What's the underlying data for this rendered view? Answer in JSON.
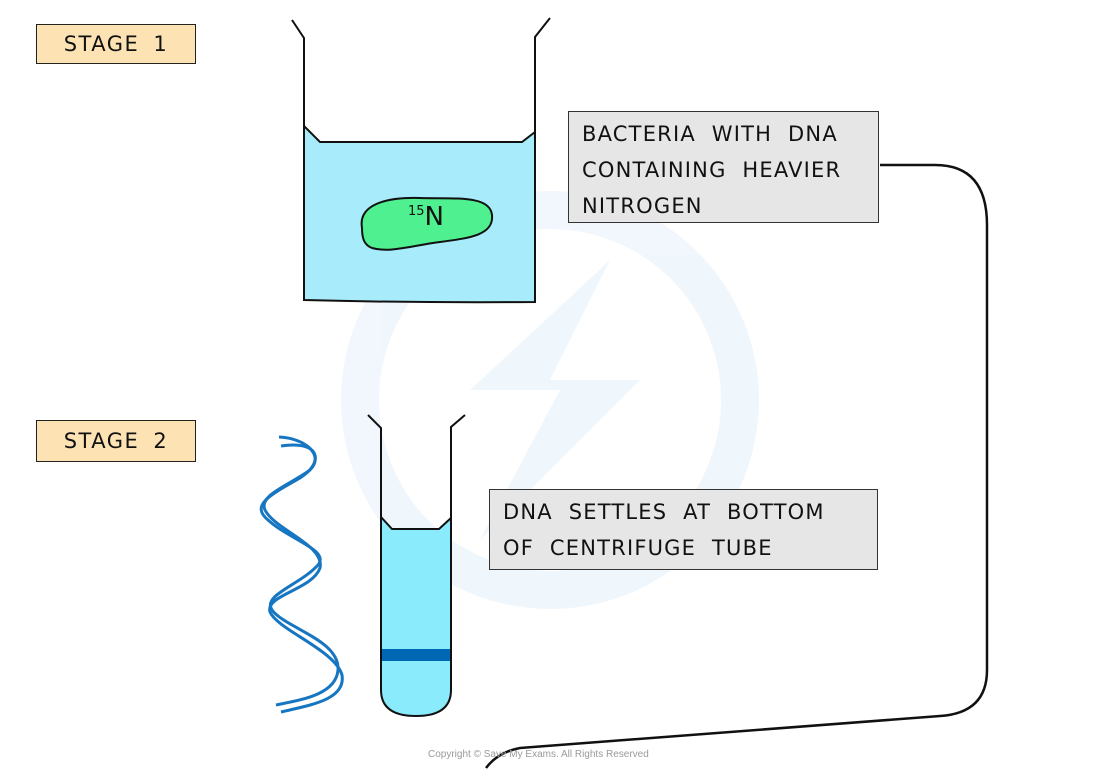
{
  "stages": [
    {
      "label": "STAGE 1"
    },
    {
      "label": "STAGE 2"
    }
  ],
  "stage1": {
    "beaker_label": {
      "mass_number": "15",
      "symbol": "N"
    },
    "callout_lines": [
      "BACTERIA WITH DNA",
      "CONTAINING HEAVIER",
      "NITROGEN"
    ]
  },
  "stage2": {
    "callout_lines": [
      "DNA SETTLES AT BOTTOM",
      "OF CENTRIFUGE TUBE"
    ]
  },
  "colors": {
    "stage_label_bg": "#fde3b4",
    "callout_bg": "#e6e6e6",
    "beaker_liquid": "#a8ecfb",
    "bacterium": "#4ff08f",
    "tube_liquid": "#8aebfd",
    "dna_band": "#0067b4",
    "dna_helix": "#1676c1"
  },
  "copyright": "Copyright © Save My Exams. All Rights Reserved"
}
